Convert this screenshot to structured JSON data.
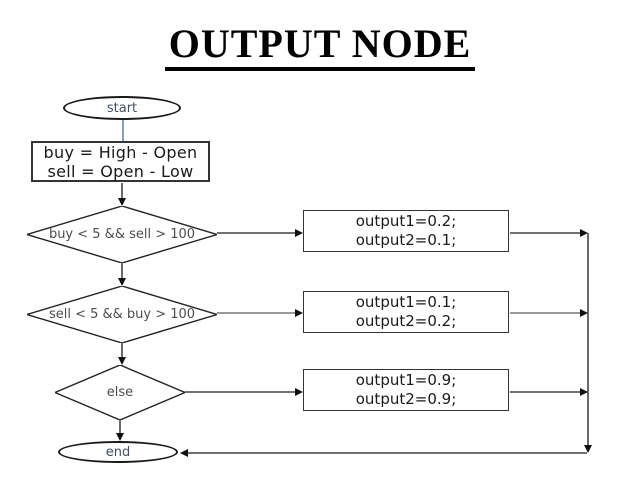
{
  "title": {
    "text": "OUTPUT NODE"
  },
  "flowchart": {
    "nodes": {
      "start": {
        "label": "start"
      },
      "init": {
        "line1": "buy = High - Open",
        "line2": "sell = Open - Low"
      },
      "cond1": {
        "label": "buy < 5 && sell > 100"
      },
      "cond2": {
        "label": "sell < 5 && buy > 100"
      },
      "cond3": {
        "label": "else"
      },
      "out1": {
        "line1": "output1=0.2;",
        "line2": "output2=0.1;"
      },
      "out2": {
        "line1": "output1=0.1;",
        "line2": "output2=0.2;"
      },
      "out3": {
        "line1": "output1=0.9;",
        "line2": "output2=0.9;"
      },
      "end": {
        "label": "end"
      }
    },
    "colors": {
      "outline": "#1a1a1a",
      "terminal_text": "#3d5066",
      "condition_text": "#4d4d4d",
      "statement_text": "#1a1a1a",
      "start_connector": "#5b7fa6",
      "gray_connector": "#999999"
    }
  }
}
